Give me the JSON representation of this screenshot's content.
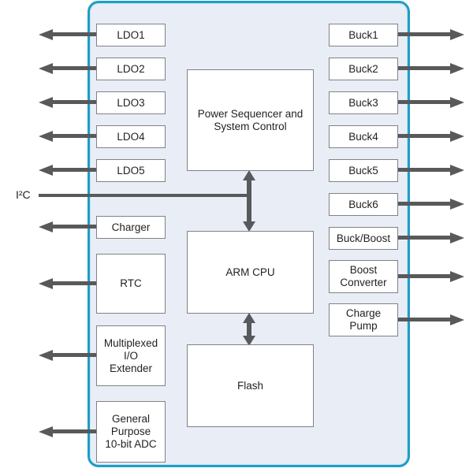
{
  "diagram": {
    "type": "pmic-block-diagram",
    "colors": {
      "chip_fill": "#e8edf6",
      "chip_border": "#1e9dc5",
      "block_fill": "#ffffff",
      "block_border": "#808285",
      "arrow": "#58595b",
      "text": "#231f20"
    },
    "bus": {
      "label": "I²C"
    },
    "blocks": {
      "ldo1": "LDO1",
      "ldo2": "LDO2",
      "ldo3": "LDO3",
      "ldo4": "LDO4",
      "ldo5": "LDO5",
      "charger": "Charger",
      "rtc": "RTC",
      "io_extender": "Multiplexed\nI/O\nExtender",
      "adc": "General\nPurpose\n10-bit ADC",
      "power_sequencer": "Power Sequencer and\nSystem Control",
      "arm_cpu": "ARM CPU",
      "flash": "Flash",
      "buck1": "Buck1",
      "buck2": "Buck2",
      "buck3": "Buck3",
      "buck4": "Buck4",
      "buck5": "Buck5",
      "buck6": "Buck6",
      "buck_boost": "Buck/Boost",
      "boost_converter": "Boost\nConverter",
      "charge_pump": "Charge\nPump"
    }
  }
}
